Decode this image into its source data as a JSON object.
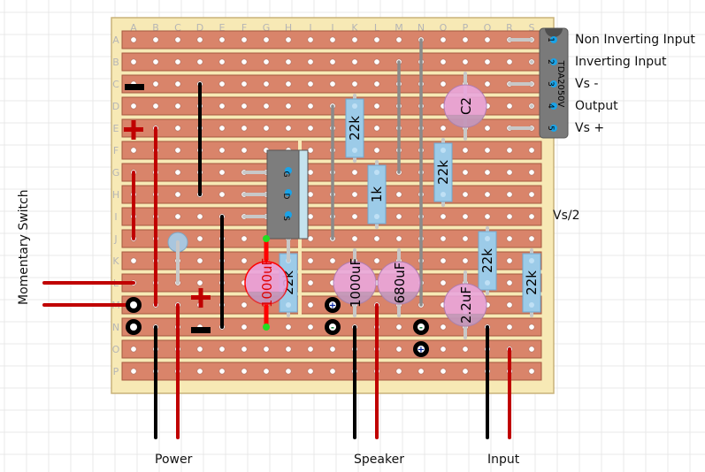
{
  "board": {
    "columns": [
      "A",
      "B",
      "C",
      "D",
      "E",
      "F",
      "G",
      "H",
      "I",
      "J",
      "K",
      "L",
      "M",
      "N",
      "O",
      "P",
      "Q",
      "R",
      "S"
    ],
    "rows": [
      "A",
      "B",
      "C",
      "D",
      "E",
      "F",
      "G",
      "H",
      "I",
      "J",
      "K",
      "L",
      "M",
      "N",
      "O",
      "P"
    ],
    "colors": {
      "background_grid": "#e8e8e8",
      "board": "#f7e9b5",
      "board_border": "#c9b27a",
      "strip": "#d9846a",
      "strip_border": "#a4583f",
      "hole": "#ffffff",
      "index_label": "#b5b5b5",
      "wire_red": "#c00000",
      "wire_black": "#000000",
      "link": "#8a8a8a",
      "lead": "#c8c8c8",
      "resistor": "#9ccbe8",
      "capacitor": "#e9a6dc",
      "ic": "#7a7a7a",
      "pin": "#1aa3e8"
    },
    "track_cuts": [
      {
        "after_col": "H",
        "rows": [
          "F",
          "G",
          "H",
          "I",
          "J",
          "K",
          "L",
          "M"
        ]
      }
    ]
  },
  "ic": {
    "part": "TDA2050V",
    "pins": [
      {
        "num": "1",
        "label": "Non Inverting Input"
      },
      {
        "num": "2",
        "label": "Inverting Input"
      },
      {
        "num": "3",
        "label": "Vs -"
      },
      {
        "num": "4",
        "label": "Output"
      },
      {
        "num": "5",
        "label": "Vs +"
      }
    ]
  },
  "transistor": {
    "pins": [
      "G",
      "D",
      "S"
    ]
  },
  "resistors": [
    {
      "label": "22k",
      "col": "K",
      "from": "D",
      "to": "F"
    },
    {
      "label": "1k",
      "col": "L",
      "from": "G",
      "to": "I"
    },
    {
      "label": "22k",
      "col": "O",
      "from": "F",
      "to": "H"
    },
    {
      "label": "22k",
      "col": "Q",
      "from": "J",
      "to": "L"
    },
    {
      "label": "22k",
      "col": "S",
      "from": "K",
      "to": "M"
    },
    {
      "label": "22k",
      "col": "H",
      "from": "K",
      "to": "M"
    }
  ],
  "capacitors": [
    {
      "label": "C2",
      "col": "P",
      "row": "D"
    },
    {
      "label": "1000uF",
      "col": "K",
      "row": "L"
    },
    {
      "label": "680uF",
      "col": "M",
      "row": "L"
    },
    {
      "label": "2.2uF",
      "col": "P",
      "row": "M"
    },
    {
      "label": "1000uF",
      "col": "G",
      "row": "L",
      "highlighted": true
    }
  ],
  "connectors": [
    {
      "label": "Momentary Switch"
    },
    {
      "label": "Power"
    },
    {
      "label": "Speaker"
    },
    {
      "label": "Input"
    },
    {
      "label": "Vs/2"
    }
  ],
  "polarity_marks": {
    "plus": "+",
    "minus": "-"
  }
}
